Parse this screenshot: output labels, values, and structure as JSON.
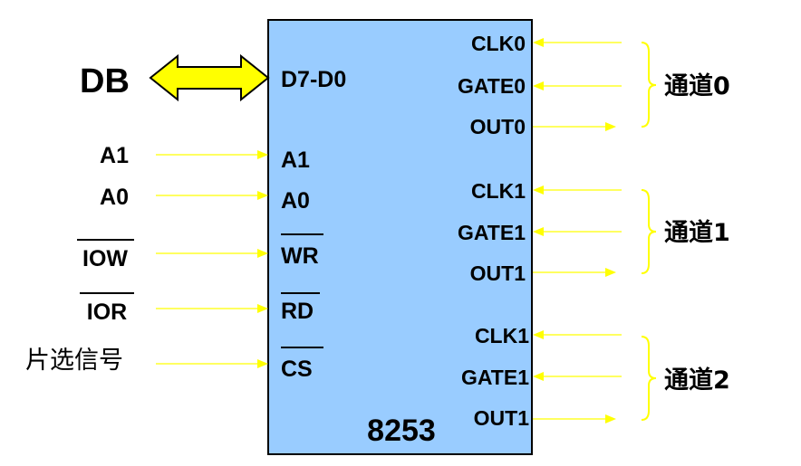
{
  "chip": {
    "name": "8253",
    "fill": "#99CCFF",
    "border": "#000000"
  },
  "colors": {
    "signal": "#FFFF00",
    "bus_outline": "#000000",
    "text": "#000000",
    "background": "#FFFFFF"
  },
  "bus": {
    "label": "DB",
    "chip_pin": "D7-D0"
  },
  "left_signals": [
    {
      "external": "A1",
      "pin": "A1",
      "external_overline": false,
      "pin_overline": false
    },
    {
      "external": "A0",
      "pin": "A0",
      "external_overline": false,
      "pin_overline": false
    },
    {
      "external": "IOW",
      "pin": "WR",
      "external_overline": true,
      "pin_overline": true
    },
    {
      "external": "IOR",
      "pin": "RD",
      "external_overline": true,
      "pin_overline": true
    },
    {
      "external": "片选信号",
      "pin": "CS",
      "external_overline": false,
      "pin_overline": true
    }
  ],
  "channels": [
    {
      "label": "通道0",
      "pins": [
        {
          "name": "CLK0",
          "direction": "in"
        },
        {
          "name": "GATE0",
          "direction": "in"
        },
        {
          "name": "OUT0",
          "direction": "out"
        }
      ]
    },
    {
      "label": "通道1",
      "pins": [
        {
          "name": "CLK1",
          "direction": "in"
        },
        {
          "name": "GATE1",
          "direction": "in"
        },
        {
          "name": "OUT1",
          "direction": "out"
        }
      ]
    },
    {
      "label": "通道2",
      "pins": [
        {
          "name": "CLK1",
          "direction": "in"
        },
        {
          "name": "GATE1",
          "direction": "in"
        },
        {
          "name": "OUT1",
          "direction": "out"
        }
      ]
    }
  ]
}
